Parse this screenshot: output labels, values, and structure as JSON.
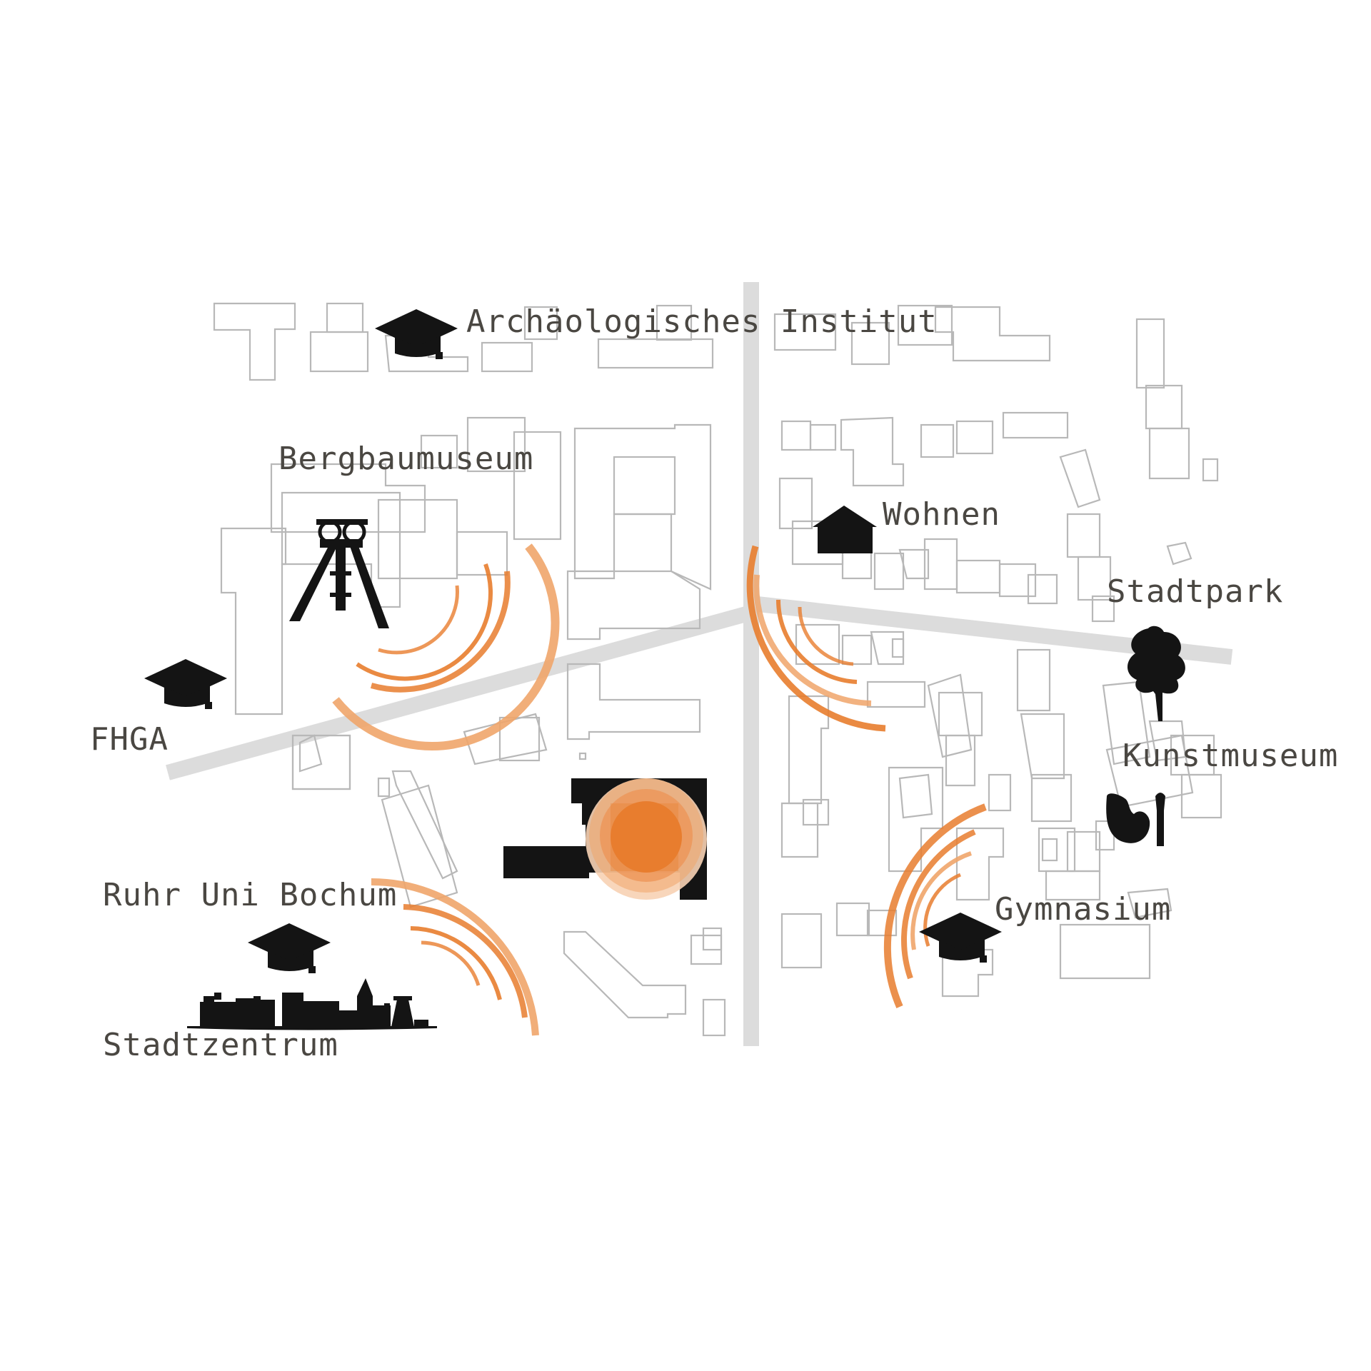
{
  "colors": {
    "background": "#ffffff",
    "building_outline": "#b8b8b8",
    "road": "#dcdcdc",
    "accent": "#e87d2e",
    "accent_light": "#f0a56a",
    "icon": "#141414",
    "label": "#4a4742"
  },
  "labels": {
    "archaeology": "Archäologisches Institut",
    "mining_museum": "Bergbaumuseum",
    "housing": "Wohnen",
    "city_park": "Stadtpark",
    "fhga": "FHGA",
    "art_museum": "Kunstmuseum",
    "ruhr_uni": "Ruhr Uni Bochum",
    "gymnasium": "Gymnasium",
    "city_centre": "Stadtzentrum"
  },
  "icons": {
    "archaeology": "graduation-cap-icon",
    "mining_museum": "mine-headframe-icon",
    "housing": "house-icon",
    "city_park": "tree-icon",
    "fhga": "graduation-cap-icon",
    "art_museum": "palette-brush-icon",
    "ruhr_uni": "graduation-cap-icon",
    "gymnasium": "graduation-cap-icon",
    "city_centre": "city-skyline-icon",
    "site": "site-building-icon"
  }
}
